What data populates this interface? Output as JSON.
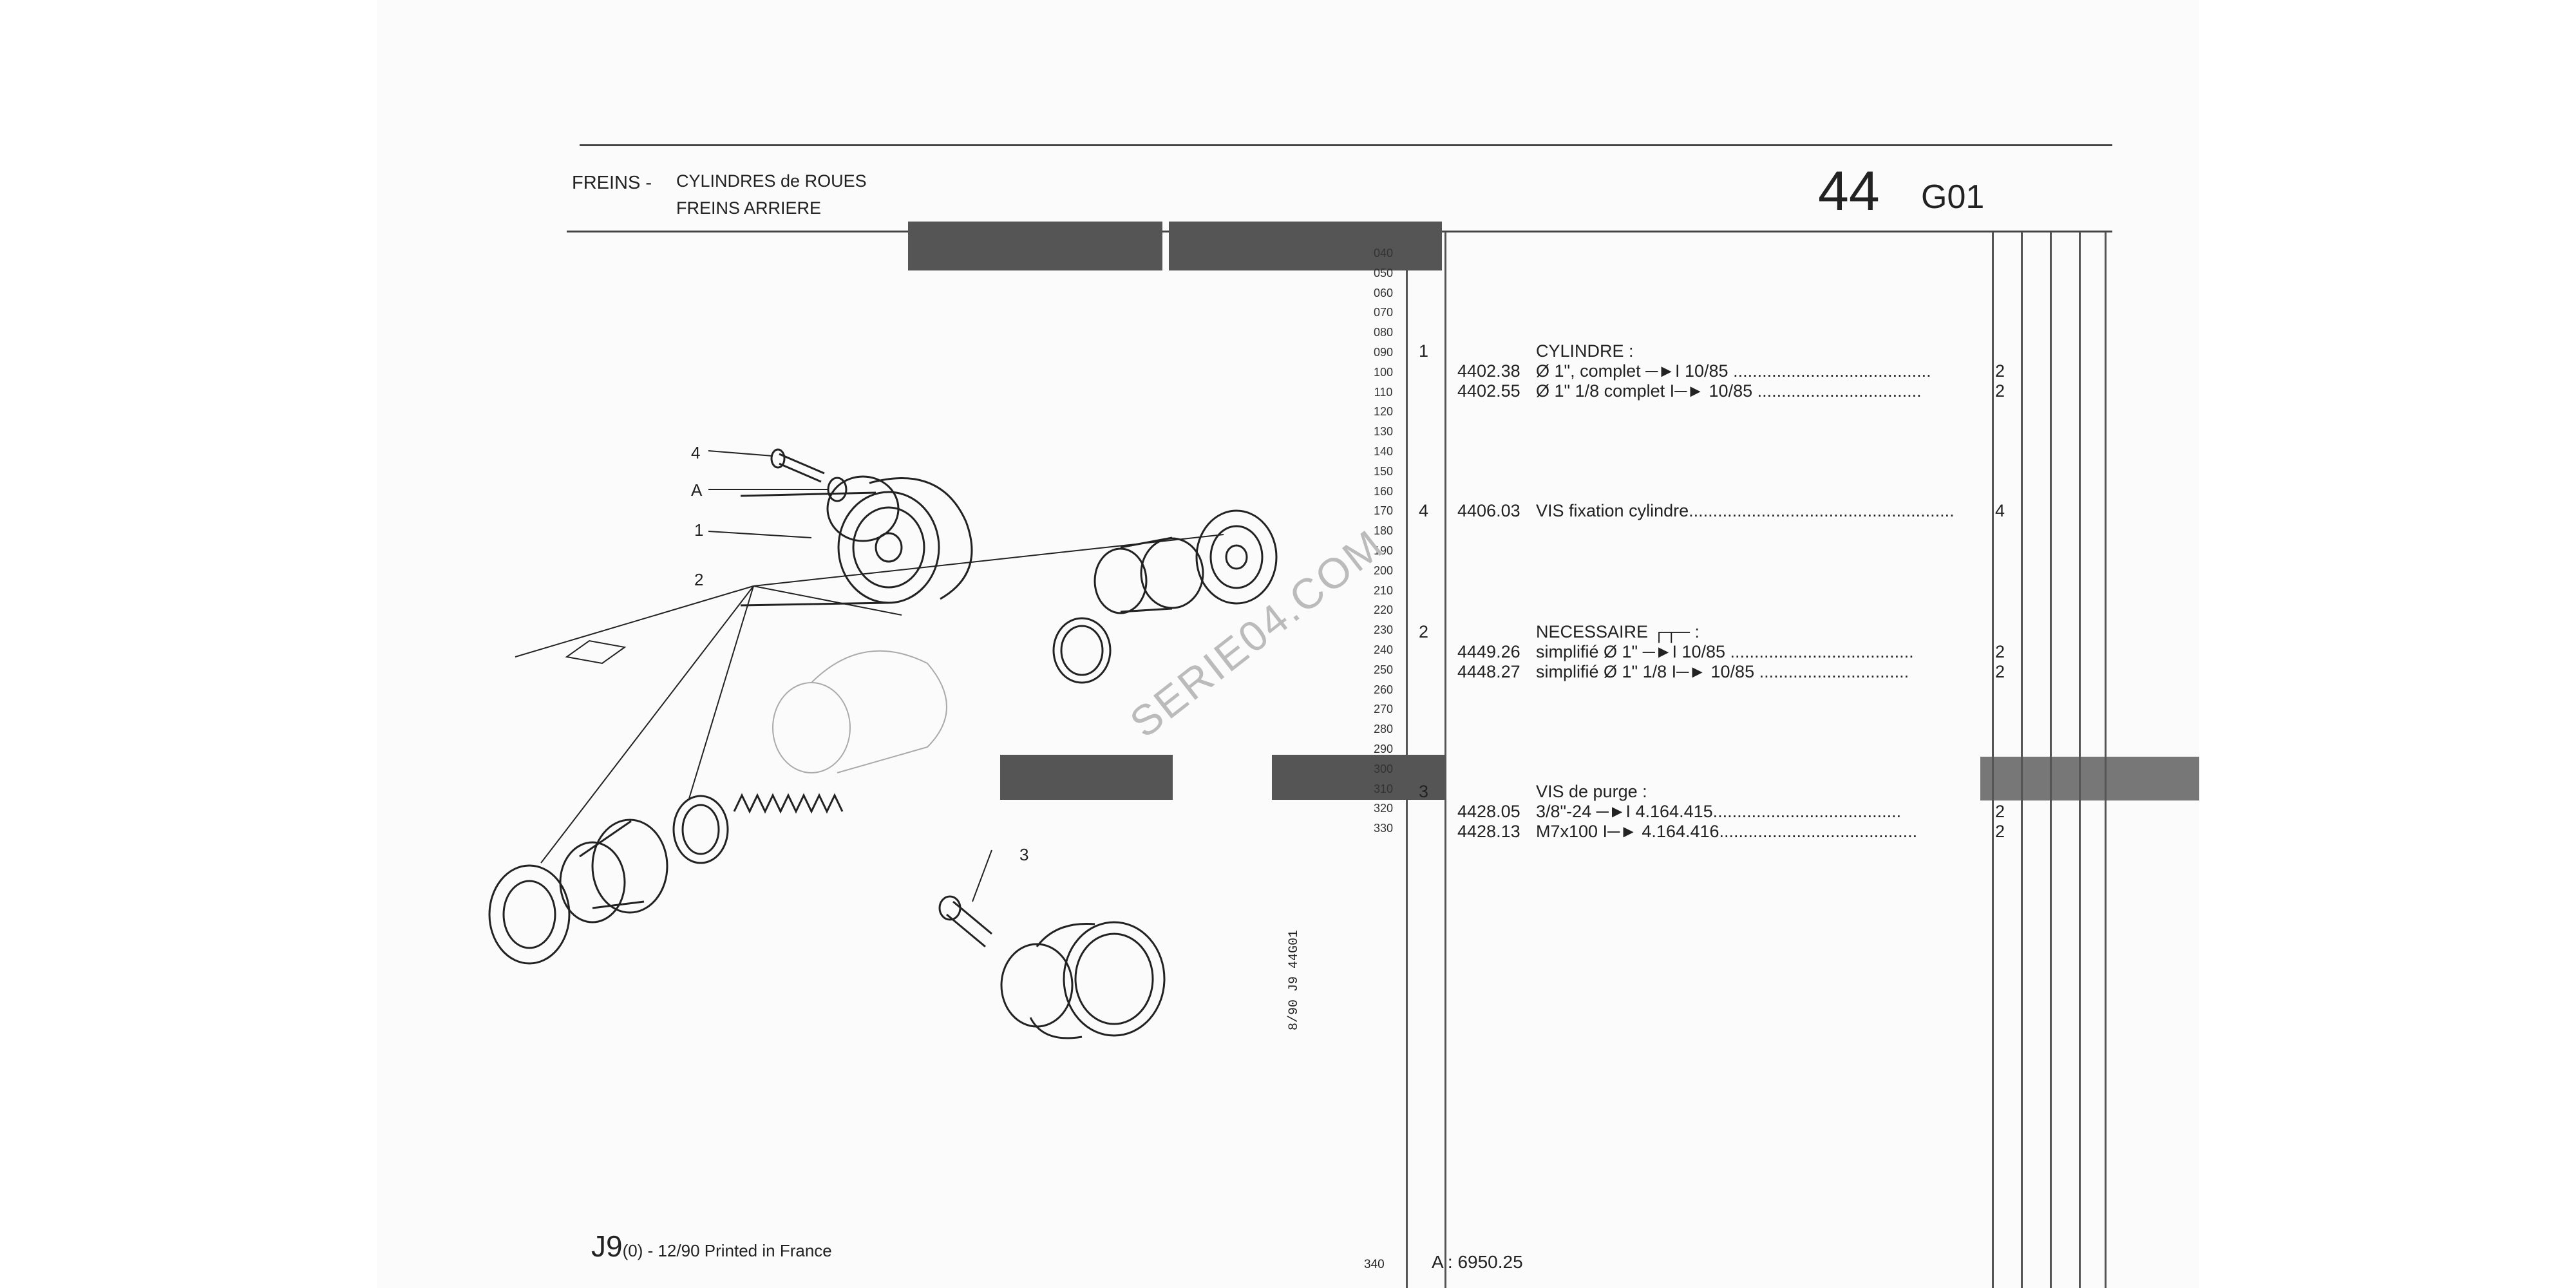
{
  "header": {
    "section": "FREINS -",
    "subtitle1": "CYLINDRES de ROUES",
    "subtitle2": "FREINS ARRIERE",
    "number": "44",
    "group": "G01"
  },
  "line_numbers": [
    "040",
    "050",
    "060",
    "070",
    "080",
    "090",
    "100",
    "110",
    "120",
    "130",
    "140",
    "150",
    "160",
    "170",
    "180",
    "190",
    "200",
    "210",
    "220",
    "230",
    "240",
    "250",
    "260",
    "270",
    "280",
    "290",
    "300",
    "310",
    "320",
    "330"
  ],
  "entries": [
    {
      "index": "1",
      "title": "CYLINDRE :",
      "rows": [
        {
          "ref": "4402.38",
          "desc": "Ø 1\", complet ─►I 10/85 .........................................",
          "qty": "2"
        },
        {
          "ref": "4402.55",
          "desc": "Ø 1\" 1/8 complet I─► 10/85 ..................................",
          "qty": "2"
        }
      ]
    },
    {
      "index": "4",
      "title": "",
      "rows": [
        {
          "ref": "4406.03",
          "desc": "VIS fixation cylindre.......................................................",
          "qty": "4"
        }
      ]
    },
    {
      "index": "2",
      "title": "NECESSAIRE ┌┬─ :",
      "rows": [
        {
          "ref": "4449.26",
          "desc": "simplifié Ø 1\" ─►I 10/85 ......................................",
          "qty": "2"
        },
        {
          "ref": "4448.27",
          "desc": "simplifié Ø 1\" 1/8 I─► 10/85 ...............................",
          "qty": "2"
        }
      ]
    },
    {
      "index": "3",
      "title": "VIS de purge :",
      "rows": [
        {
          "ref": "4428.05",
          "desc": "3/8\"-24 ─►I 4.164.415.......................................",
          "qty": "2"
        },
        {
          "ref": "4428.13",
          "desc": "M7x100 I─► 4.164.416.........................................",
          "qty": "2"
        }
      ]
    }
  ],
  "diagram_labels": {
    "l4": "4",
    "lA": "A",
    "l1": "1",
    "l2": "2",
    "l3": "3"
  },
  "watermark": "SERIE04.COM",
  "footer": {
    "code": "J9",
    "suffix": "(0) - 12/90 Printed in France",
    "page_line": "340",
    "ref": "A : 6950.25",
    "vertical": "8/90  J9  44G01"
  },
  "colors": {
    "ink": "#222222",
    "redaction": "#555555"
  }
}
